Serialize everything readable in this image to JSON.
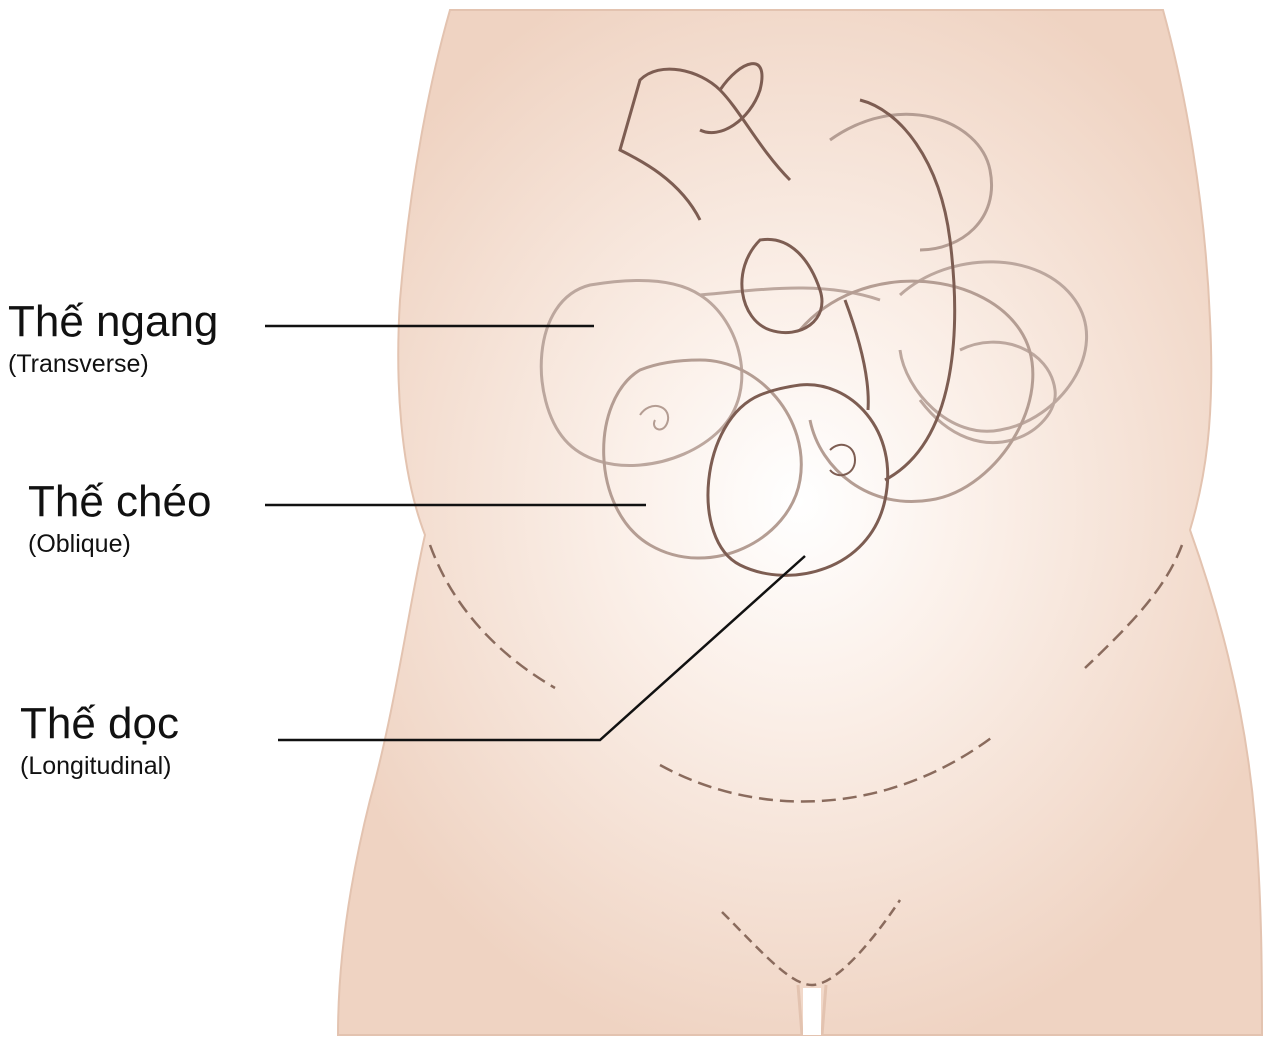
{
  "labels": {
    "transverse": {
      "main": "Thế ngang",
      "sub": "(Transverse)"
    },
    "oblique": {
      "main": "Thế chéo",
      "sub": "(Oblique)"
    },
    "longitudinal": {
      "main": "Thế dọc",
      "sub": "(Longitudinal)"
    }
  },
  "colors": {
    "skin": "#f1d6c6",
    "skin_outline": "#d9b8a5",
    "body_line": "#8a6b5d",
    "fetus_longitudinal": "#7d5d52",
    "fetus_faint": "#b9a39a",
    "leader_line": "#111111"
  }
}
